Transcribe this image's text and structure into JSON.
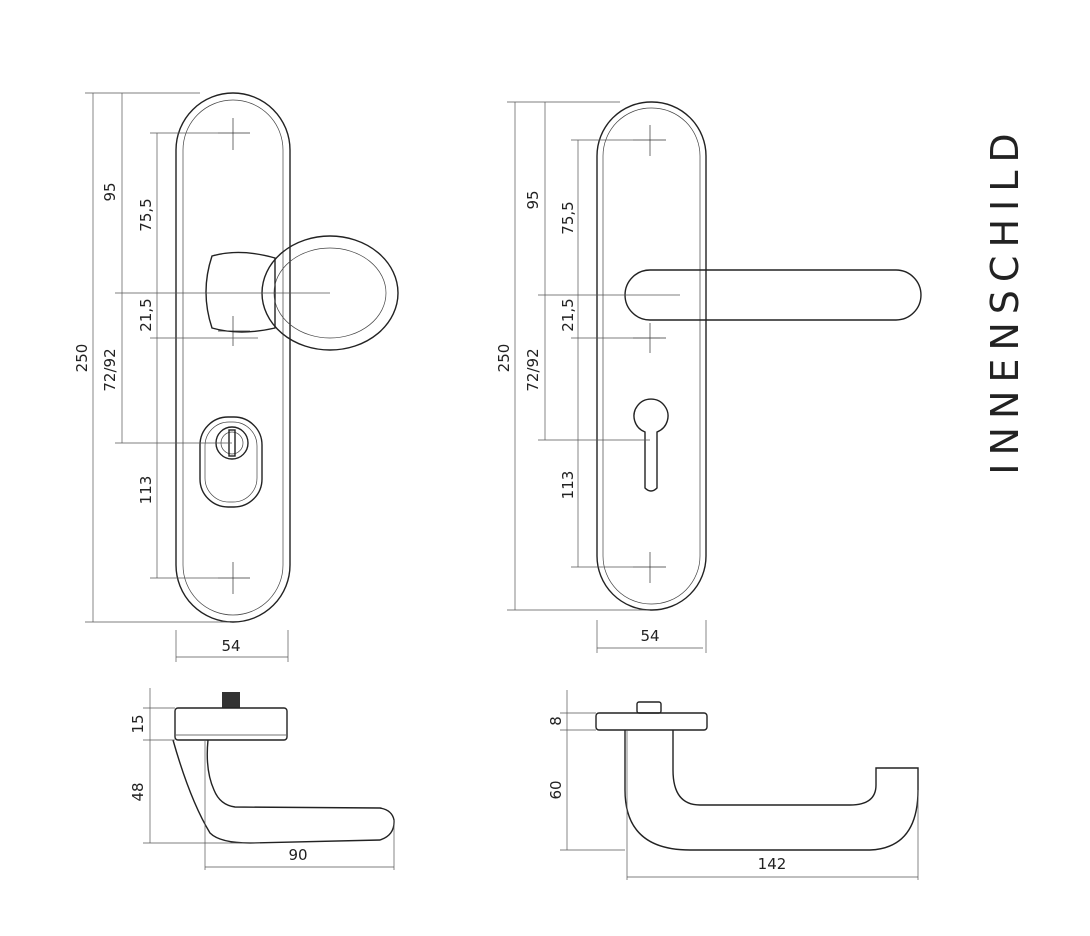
{
  "title": "INNENSCHILD",
  "knob_front": {
    "height": "250",
    "to_spindle": "95",
    "screw_to_spindle": "75,5",
    "spindle_offset": "21,5",
    "spindle_to_cylinder": "72/92",
    "screw_spacing": "113",
    "width": "54"
  },
  "lever_front": {
    "height": "250",
    "to_spindle": "95",
    "screw_to_spindle": "75,5",
    "spindle_offset": "21,5",
    "spindle_to_cylinder": "72/92",
    "screw_spacing": "113",
    "width": "54"
  },
  "knob_side": {
    "rose_depth": "15",
    "projection": "48",
    "length": "90"
  },
  "lever_side": {
    "rose_depth": "8",
    "projection": "60",
    "length": "142"
  }
}
